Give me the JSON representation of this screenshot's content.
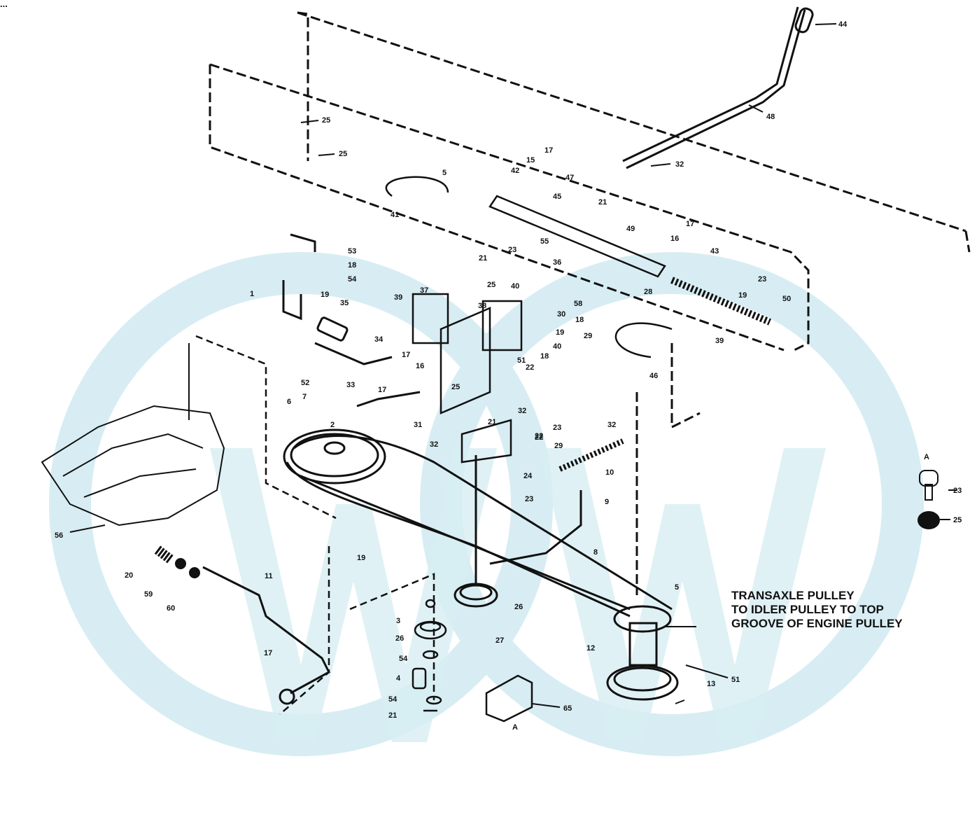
{
  "header_fragment": "...",
  "callouts": [
    {
      "id": "c44",
      "text": "44"
    },
    {
      "id": "c48a",
      "text": "48"
    },
    {
      "id": "c25a",
      "text": "25"
    },
    {
      "id": "c25b",
      "text": "25"
    },
    {
      "id": "c32a",
      "text": "32"
    },
    {
      "id": "c5a",
      "text": "5"
    },
    {
      "id": "c17a",
      "text": "17"
    },
    {
      "id": "c15a",
      "text": "15"
    },
    {
      "id": "c42",
      "text": "42"
    },
    {
      "id": "c47",
      "text": "47"
    },
    {
      "id": "c45",
      "text": "45"
    },
    {
      "id": "c21a",
      "text": "21"
    },
    {
      "id": "c41",
      "text": "41"
    },
    {
      "id": "c49",
      "text": "49"
    },
    {
      "id": "c17b",
      "text": "17"
    },
    {
      "id": "c16a",
      "text": "16"
    },
    {
      "id": "c43a",
      "text": "43"
    },
    {
      "id": "c23a",
      "text": "23"
    },
    {
      "id": "c19a",
      "text": "19"
    },
    {
      "id": "c53",
      "text": "53"
    },
    {
      "id": "c18a",
      "text": "18"
    },
    {
      "id": "c54a",
      "text": "54"
    },
    {
      "id": "c19b",
      "text": "19"
    },
    {
      "id": "c1",
      "text": "1"
    },
    {
      "id": "c35",
      "text": "35"
    },
    {
      "id": "c21b",
      "text": "21"
    },
    {
      "id": "c23b",
      "text": "23"
    },
    {
      "id": "c55",
      "text": "55"
    },
    {
      "id": "c36",
      "text": "36"
    },
    {
      "id": "c28",
      "text": "28"
    },
    {
      "id": "c50",
      "text": "50"
    },
    {
      "id": "c39a",
      "text": "39"
    },
    {
      "id": "c37",
      "text": "37"
    },
    {
      "id": "c25c",
      "text": "25"
    },
    {
      "id": "c40a",
      "text": "40"
    },
    {
      "id": "c38",
      "text": "38"
    },
    {
      "id": "c30",
      "text": "30"
    },
    {
      "id": "c58",
      "text": "58"
    },
    {
      "id": "c19c",
      "text": "19"
    },
    {
      "id": "c18b",
      "text": "18"
    },
    {
      "id": "c29",
      "text": "29"
    },
    {
      "id": "c39b",
      "text": "39"
    },
    {
      "id": "c34",
      "text": "34"
    },
    {
      "id": "c17c",
      "text": "17"
    },
    {
      "id": "c16b",
      "text": "16"
    },
    {
      "id": "c51a",
      "text": "51"
    },
    {
      "id": "c22a",
      "text": "22"
    },
    {
      "id": "c18c",
      "text": "18"
    },
    {
      "id": "c40b",
      "text": "40"
    },
    {
      "id": "c46",
      "text": "46"
    },
    {
      "id": "c52",
      "text": "52"
    },
    {
      "id": "c33",
      "text": "33"
    },
    {
      "id": "c17d",
      "text": "17"
    },
    {
      "id": "c25d",
      "text": "25"
    },
    {
      "id": "c6",
      "text": "6"
    },
    {
      "id": "c7",
      "text": "7"
    },
    {
      "id": "c2",
      "text": "2"
    },
    {
      "id": "c31",
      "text": "31"
    },
    {
      "id": "c32b",
      "text": "32"
    },
    {
      "id": "c21c",
      "text": "21"
    },
    {
      "id": "c22b",
      "text": "22"
    },
    {
      "id": "c23c",
      "text": "23"
    },
    {
      "id": "c32c",
      "text": "32"
    },
    {
      "id": "c32d",
      "text": "32"
    },
    {
      "id": "c22c",
      "text": "22"
    },
    {
      "id": "c29b",
      "text": "29"
    },
    {
      "id": "c10",
      "text": "10"
    },
    {
      "id": "c24",
      "text": "24"
    },
    {
      "id": "c23d",
      "text": "23"
    },
    {
      "id": "c9",
      "text": "9"
    },
    {
      "id": "c56",
      "text": "56"
    },
    {
      "id": "c19d",
      "text": "19"
    },
    {
      "id": "c8",
      "text": "8"
    },
    {
      "id": "c20",
      "text": "20"
    },
    {
      "id": "c59",
      "text": "59"
    },
    {
      "id": "c60",
      "text": "60"
    },
    {
      "id": "c11",
      "text": "11"
    },
    {
      "id": "c5b",
      "text": "5"
    },
    {
      "id": "c26a",
      "text": "26"
    },
    {
      "id": "c3",
      "text": "3"
    },
    {
      "id": "c26b",
      "text": "26"
    },
    {
      "id": "c27",
      "text": "27"
    },
    {
      "id": "c54b",
      "text": "54"
    },
    {
      "id": "c4",
      "text": "4"
    },
    {
      "id": "c54c",
      "text": "54"
    },
    {
      "id": "c21d",
      "text": "21"
    },
    {
      "id": "c17e",
      "text": "17"
    },
    {
      "id": "c65",
      "text": "65"
    },
    {
      "id": "cA1",
      "text": "A"
    },
    {
      "id": "c12",
      "text": "12"
    },
    {
      "id": "c51b",
      "text": "51"
    },
    {
      "id": "c13",
      "text": "13"
    },
    {
      "id": "cA2",
      "text": "A"
    },
    {
      "id": "c23e",
      "text": "23"
    },
    {
      "id": "c25e",
      "text": "25"
    }
  ],
  "note_lines": [
    "TRANSAXLE PULLEY",
    "TO IDLER PULLEY TO TOP",
    "GROOVE OF ENGINE PULLEY"
  ],
  "colors": {
    "ink": "#111111",
    "watermark": "#cfe8ef"
  }
}
